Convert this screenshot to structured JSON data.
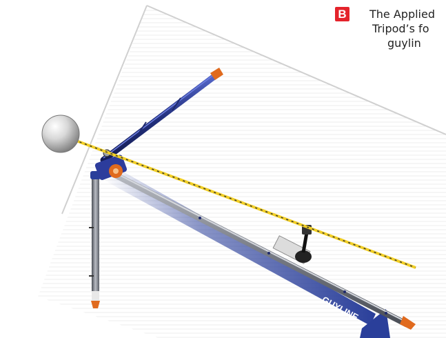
{
  "callout": {
    "badge": "B",
    "line1": "The Applied",
    "line2": "Tripod’s fo",
    "line3": "guylin"
  },
  "arrow": {
    "label": "GUYLINE",
    "color": "#2a3f9a"
  },
  "colors": {
    "tripod_leg": "#7c7f86",
    "upper_leg": "#1f2a6e",
    "guyline_rope": "#f2cf25",
    "rope_dash": "#333333",
    "foot_tip": "#e06a1e",
    "badge": "#e4232b"
  }
}
